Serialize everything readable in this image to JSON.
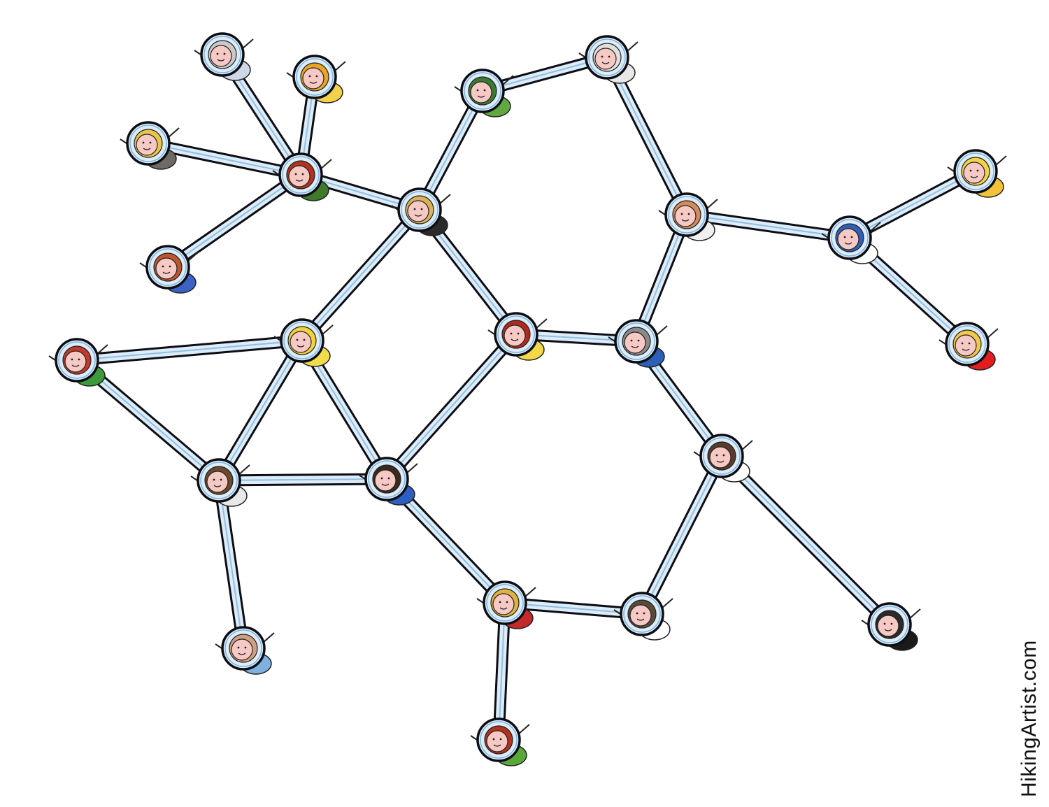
{
  "watermark": "HikingArtist.com",
  "colors": {
    "tube_fill": "#dcecf8",
    "tube_outline": "#0d0d14",
    "tube_highlight": "#7fb3de",
    "skin": "#f7c9c4",
    "background": "#ffffff"
  },
  "people": [
    {
      "id": "p1",
      "hair": "#c9c9c9",
      "shirt": "#cfd8e6"
    },
    {
      "id": "p2",
      "hair": "#e8a524",
      "shirt": "#f2d24a"
    },
    {
      "id": "p3",
      "hair": "#e9c64a",
      "shirt": "#6e6a66"
    },
    {
      "id": "p4",
      "hair": "#b3321d",
      "shirt": "#3d7a2a"
    },
    {
      "id": "p5",
      "hair": "#c0552a",
      "shirt": "#3b62c4"
    },
    {
      "id": "p6",
      "hair": "#3a7a30",
      "shirt": "#62a840"
    },
    {
      "id": "p7",
      "hair": "#d9b25a",
      "shirt": "#2b2b2b"
    },
    {
      "id": "p8",
      "hair": "#e0e0e0",
      "shirt": "#e8e8e8"
    },
    {
      "id": "p9",
      "hair": "#d48a5a",
      "shirt": "#f0f0f0"
    },
    {
      "id": "p10",
      "hair": "#2f5fb8",
      "shirt": "#ffffff"
    },
    {
      "id": "p11",
      "hair": "#f3d24a",
      "shirt": "#f2c23a"
    },
    {
      "id": "p12",
      "hair": "#f2c94a",
      "shirt": "#e11d1d"
    },
    {
      "id": "p13",
      "hair": "#f4d23a",
      "shirt": "#f1dc4c"
    },
    {
      "id": "p14",
      "hair": "#b22a1e",
      "shirt": "#f4d84a"
    },
    {
      "id": "p15",
      "hair": "#8a8a8a",
      "shirt": "#2c5fb8"
    },
    {
      "id": "p16",
      "hair": "#c23a2a",
      "shirt": "#3c9a3c"
    },
    {
      "id": "p17",
      "hair": "#6a4a2a",
      "shirt": "#e8e8e8"
    },
    {
      "id": "p18",
      "hair": "#3a2a1e",
      "shirt": "#2d5fc0"
    },
    {
      "id": "p19",
      "hair": "#5a3a2a",
      "shirt": "#ffffff"
    },
    {
      "id": "p20",
      "hair": "#e0b040",
      "shirt": "#c42a2a"
    },
    {
      "id": "p21",
      "hair": "#5a4a3a",
      "shirt": "#ffffff"
    },
    {
      "id": "p22",
      "hair": "#2a2a2a",
      "shirt": "#1a1a1a"
    },
    {
      "id": "p23",
      "hair": "#d0a080",
      "shirt": "#7fb0e0"
    },
    {
      "id": "p24",
      "hair": "#b3321d",
      "shirt": "#5aa83a"
    }
  ]
}
